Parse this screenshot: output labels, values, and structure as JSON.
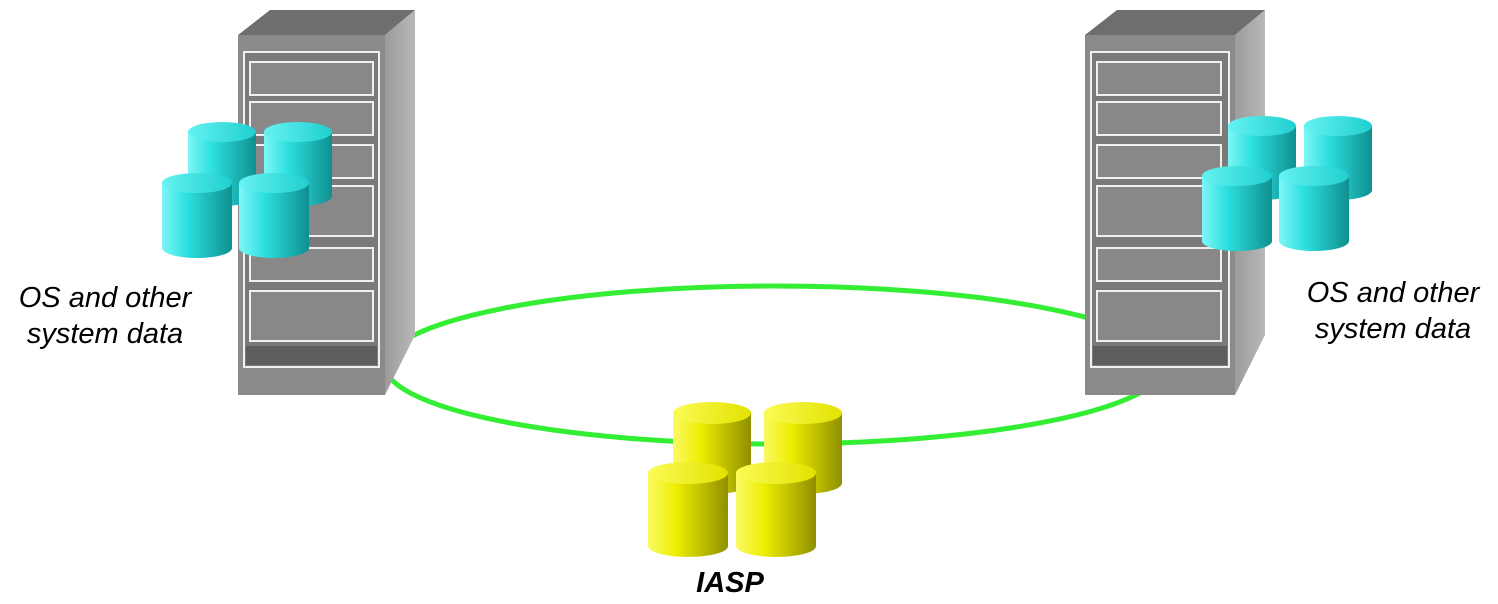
{
  "labels": {
    "left_system": [
      "OS and other",
      "system data"
    ],
    "right_system": [
      "OS and other",
      "system data"
    ],
    "shared_pool": "IASP"
  },
  "colors": {
    "background": "#ffffff",
    "cluster_ring": "#33ee33",
    "system_disk": "#22dddd",
    "iasp_disk": "#eeee00",
    "server_front": "#8a8a8a",
    "server_side": "#a8a8a8",
    "server_top": "#6e6e6e"
  },
  "icons": {
    "server": "server-tower-icon",
    "disk": "disk-cylinder-icon",
    "connection": "cluster-ring"
  }
}
